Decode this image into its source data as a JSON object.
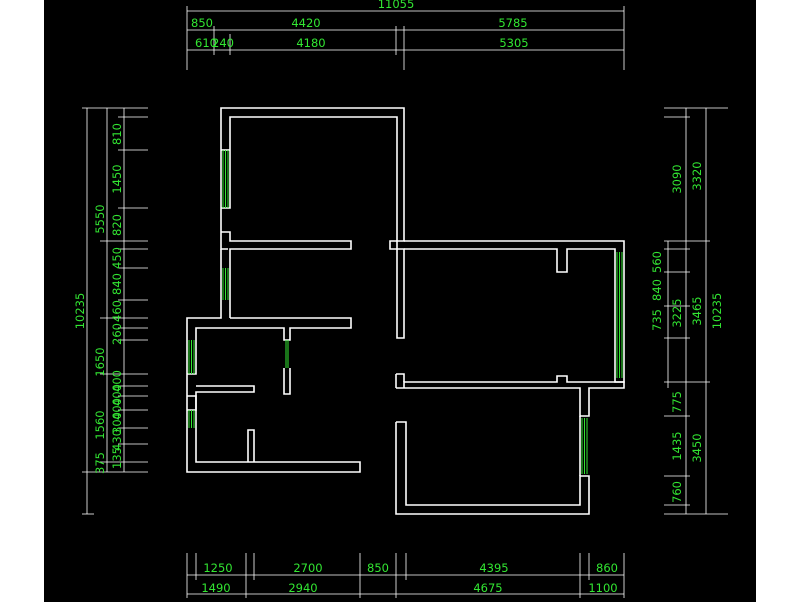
{
  "colors": {
    "background": "#000000",
    "lines": "#ffffff",
    "text": "#32e632"
  },
  "dimensions": {
    "top_total": "11055",
    "top_row1": [
      "850",
      "4420",
      "5785"
    ],
    "top_row2": [
      "610",
      "240",
      "4180",
      "5305"
    ],
    "bottom_row1": [
      "1250",
      "2700",
      "850",
      "4395",
      "860"
    ],
    "bottom_row2": [
      "1490",
      "2940",
      "4675",
      "1100"
    ],
    "left_total": "10235",
    "left_outer": [
      "5550",
      "1650",
      "1560",
      "375"
    ],
    "left_inner": [
      "810",
      "1450",
      "820",
      "450",
      "840",
      "460",
      "260",
      "400",
      "400",
      "400",
      "300",
      "430",
      "135"
    ],
    "right_total": "10235",
    "right_outer": [
      "3320",
      "3465",
      "3450"
    ],
    "right_inner": [
      "3090",
      "560",
      "840",
      "3225",
      "735",
      "775",
      "1435",
      "760"
    ]
  }
}
